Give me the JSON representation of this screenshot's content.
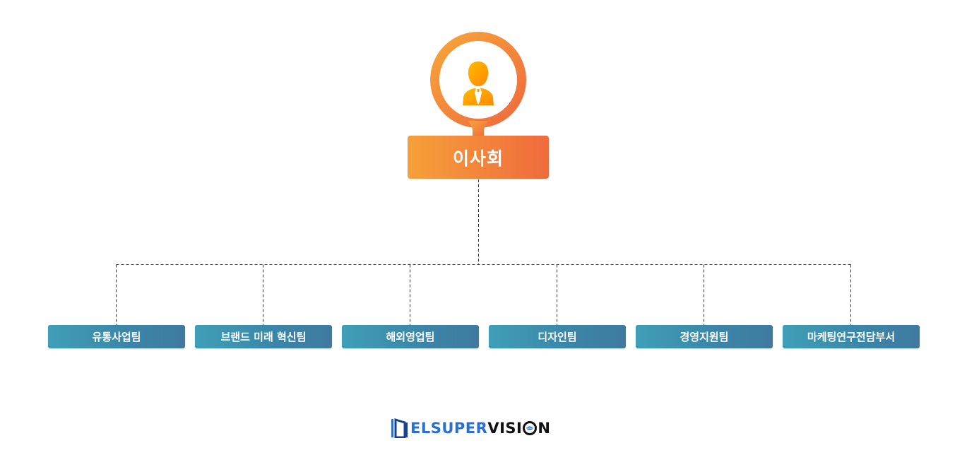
{
  "board": {
    "label": "이사회",
    "icon": "person-with-tie-icon",
    "colors": {
      "gradient_start": "#f7a23b",
      "gradient_end": "#ef6a3c",
      "icon_start": "#ffb800",
      "icon_end": "#ff8a00"
    }
  },
  "teams": [
    {
      "label": "유통사업팀"
    },
    {
      "label": "브랜드 미래 혁신팀"
    },
    {
      "label": "해외영업팀"
    },
    {
      "label": "디자인팀"
    },
    {
      "label": "경영지원팀"
    },
    {
      "label": "마케팅연구전담부서"
    }
  ],
  "team_colors": {
    "gradient_start": "#3f9fb6",
    "gradient_end": "#3f7aa0"
  },
  "logo": {
    "text_part1": "EL",
    "text_part2": "SUPER",
    "text_part3": "VISI",
    "text_part4": "N",
    "full_text": "DELSUPERVISION",
    "colors": {
      "blue": "#2a6fd1",
      "black": "#111111"
    }
  },
  "connector_color": "#333333"
}
